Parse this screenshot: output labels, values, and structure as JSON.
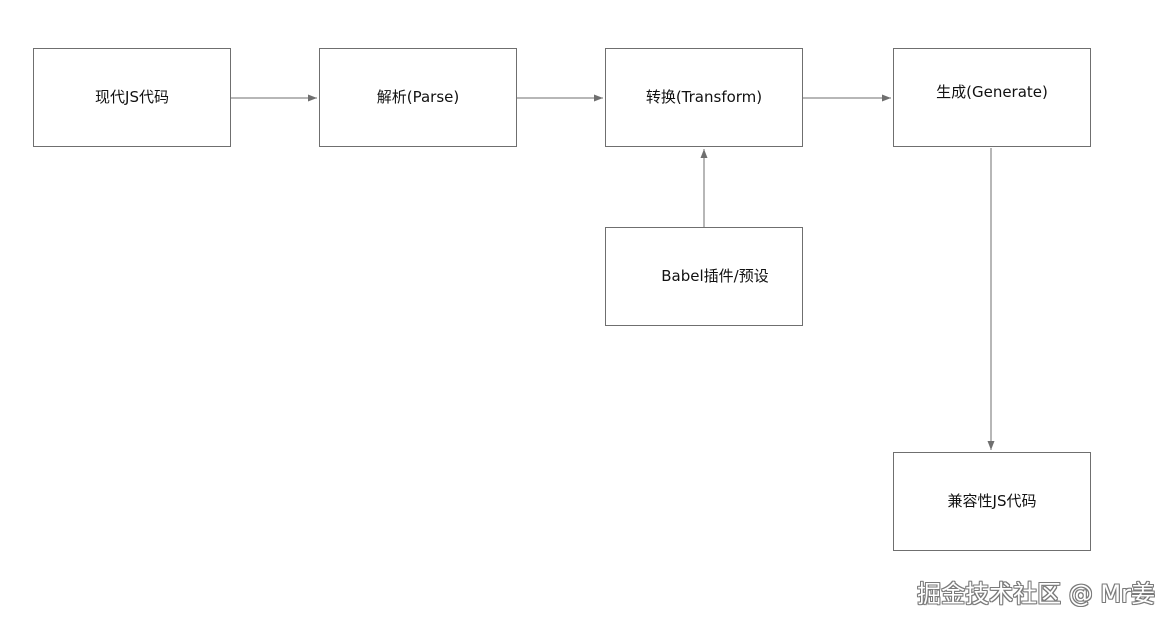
{
  "diagram": {
    "nodes": [
      {
        "id": "modern-js",
        "label": "现代JS代码"
      },
      {
        "id": "parse",
        "label": "解析(Parse)"
      },
      {
        "id": "transform",
        "label": "转换(Transform)"
      },
      {
        "id": "generate",
        "label": "生成(Generate)"
      },
      {
        "id": "plugins",
        "label": "Babel插件/预设"
      },
      {
        "id": "compatible-js",
        "label": "兼容性JS代码"
      }
    ],
    "edges": [
      {
        "from": "modern-js",
        "to": "parse"
      },
      {
        "from": "parse",
        "to": "transform"
      },
      {
        "from": "transform",
        "to": "generate"
      },
      {
        "from": "plugins",
        "to": "transform"
      },
      {
        "from": "generate",
        "to": "compatible-js"
      }
    ],
    "colors": {
      "border": "#6f6f6f",
      "arrow": "#6f6f6f",
      "text": "#111111"
    }
  },
  "watermark": "掘金技术社区 @ Mr姜"
}
